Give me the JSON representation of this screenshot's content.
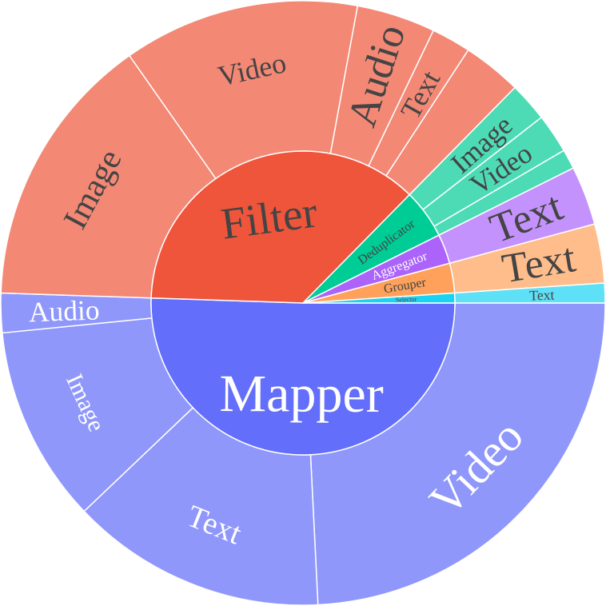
{
  "chart_data": {
    "type": "sunburst",
    "root": "",
    "inner": [
      {
        "name": "Mapper",
        "value": 48,
        "color": "#636efa",
        "text_color": "#ffffff"
      },
      {
        "name": "Filter",
        "value": 35,
        "color": "#ef553b",
        "text_color": "#444444"
      },
      {
        "name": "Deduplicator",
        "value": 5,
        "color": "#00cc96",
        "text_color": "#444444"
      },
      {
        "name": "Aggregator",
        "value": 3,
        "color": "#ab63fa",
        "text_color": "#ffffff"
      },
      {
        "name": "Grouper",
        "value": 3,
        "color": "#ffa15a",
        "text_color": "#444444"
      },
      {
        "name": "Selector",
        "value": 1,
        "color": "#19d3f3",
        "text_color": "#444444"
      }
    ],
    "outer": [
      {
        "name": "Video",
        "parent": "Mapper",
        "value": 23,
        "color": "#8f97fb",
        "text_color": "#ffffff"
      },
      {
        "name": "Text",
        "parent": "Mapper",
        "value": 13,
        "color": "#8f97fb",
        "text_color": "#ffffff"
      },
      {
        "name": "Image",
        "parent": "Mapper",
        "value": 10,
        "color": "#8f97fb",
        "text_color": "#ffffff"
      },
      {
        "name": "Audio",
        "parent": "Mapper",
        "value": 2,
        "color": "#8f97fb",
        "text_color": "#ffffff"
      },
      {
        "name": "Image",
        "parent": "Filter",
        "value": 14,
        "color": "#f38875",
        "text_color": "#444444"
      },
      {
        "name": "Video",
        "parent": "Filter",
        "value": 12,
        "color": "#f38875",
        "text_color": "#444444"
      },
      {
        "name": "Audio",
        "parent": "Filter",
        "value": 4,
        "color": "#f38875",
        "text_color": "#444444"
      },
      {
        "name": "Text",
        "parent": "Filter",
        "value": 2,
        "color": "#f38875",
        "text_color": "#444444"
      },
      {
        "name": "",
        "parent": "Filter",
        "value": 3,
        "color": "#f38875",
        "text_color": "#444444"
      },
      {
        "name": "Image",
        "parent": "Deduplicator",
        "value": 2,
        "color": "#4ddbb6",
        "text_color": "#444444"
      },
      {
        "name": "Video",
        "parent": "Deduplicator",
        "value": 2,
        "color": "#4ddbb6",
        "text_color": "#444444"
      },
      {
        "name": "",
        "parent": "Deduplicator",
        "value": 1,
        "color": "#4ddbb6",
        "text_color": "#444444"
      },
      {
        "name": "Text",
        "parent": "Aggregator",
        "value": 3,
        "color": "#c492fc",
        "text_color": "#444444"
      },
      {
        "name": "Text",
        "parent": "Grouper",
        "value": 3,
        "color": "#ffbd8c",
        "text_color": "#444444"
      },
      {
        "name": "Text",
        "parent": "Selector",
        "value": 1,
        "color": "#5ee0f7",
        "text_color": "#444444"
      }
    ]
  }
}
